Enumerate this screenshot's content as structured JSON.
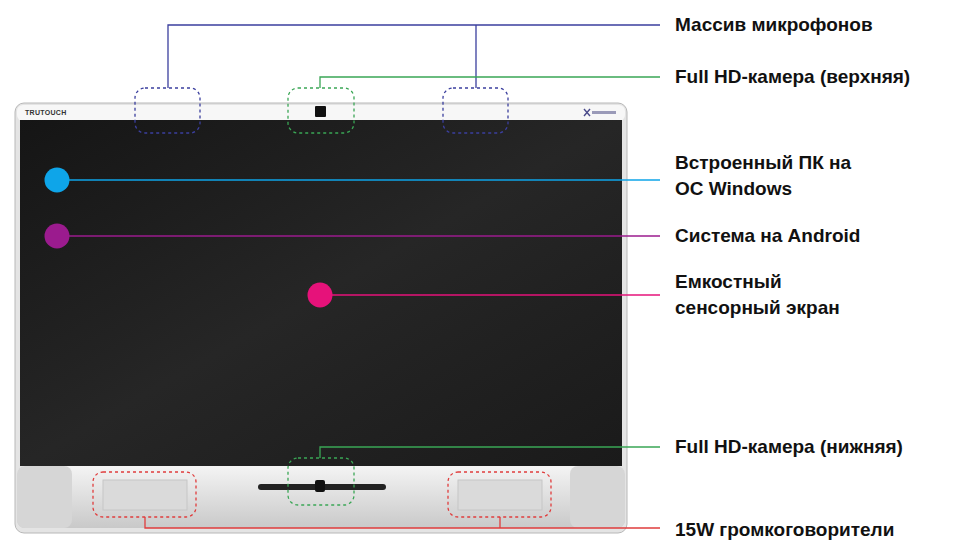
{
  "diagram": {
    "labels": [
      "Массив микрофонов",
      "Full HD-камера (верхняя)",
      "Встроенный ПК на ОС Windows",
      "Система на Android",
      "Емкостный сенсорный экран",
      "Full HD-камера (нижняя)",
      "15W громкоговорители",
      "TRUTOUCH"
    ]
  }
}
